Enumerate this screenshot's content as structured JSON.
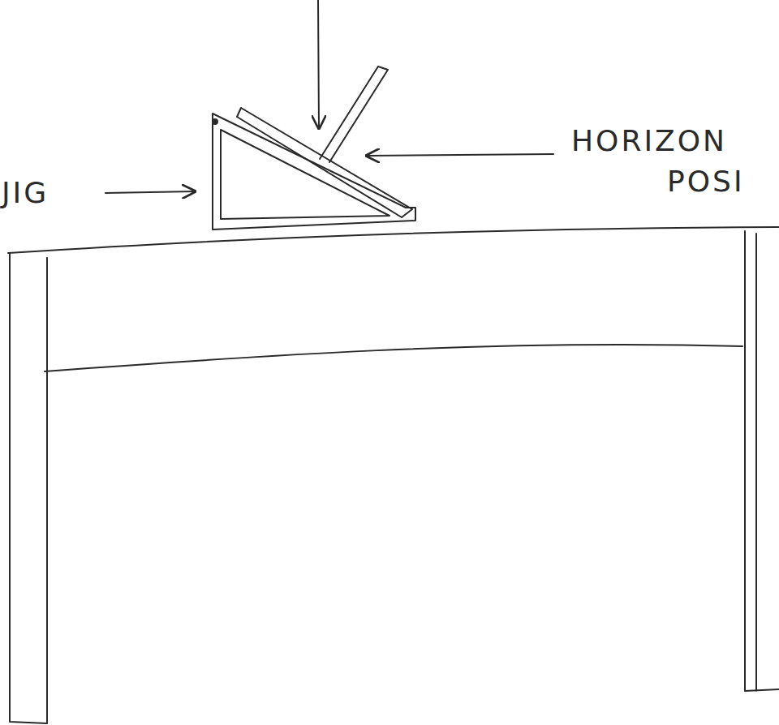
{
  "diagram": {
    "labels": [
      "JIG",
      "HORIZON",
      "POSI"
    ]
  }
}
